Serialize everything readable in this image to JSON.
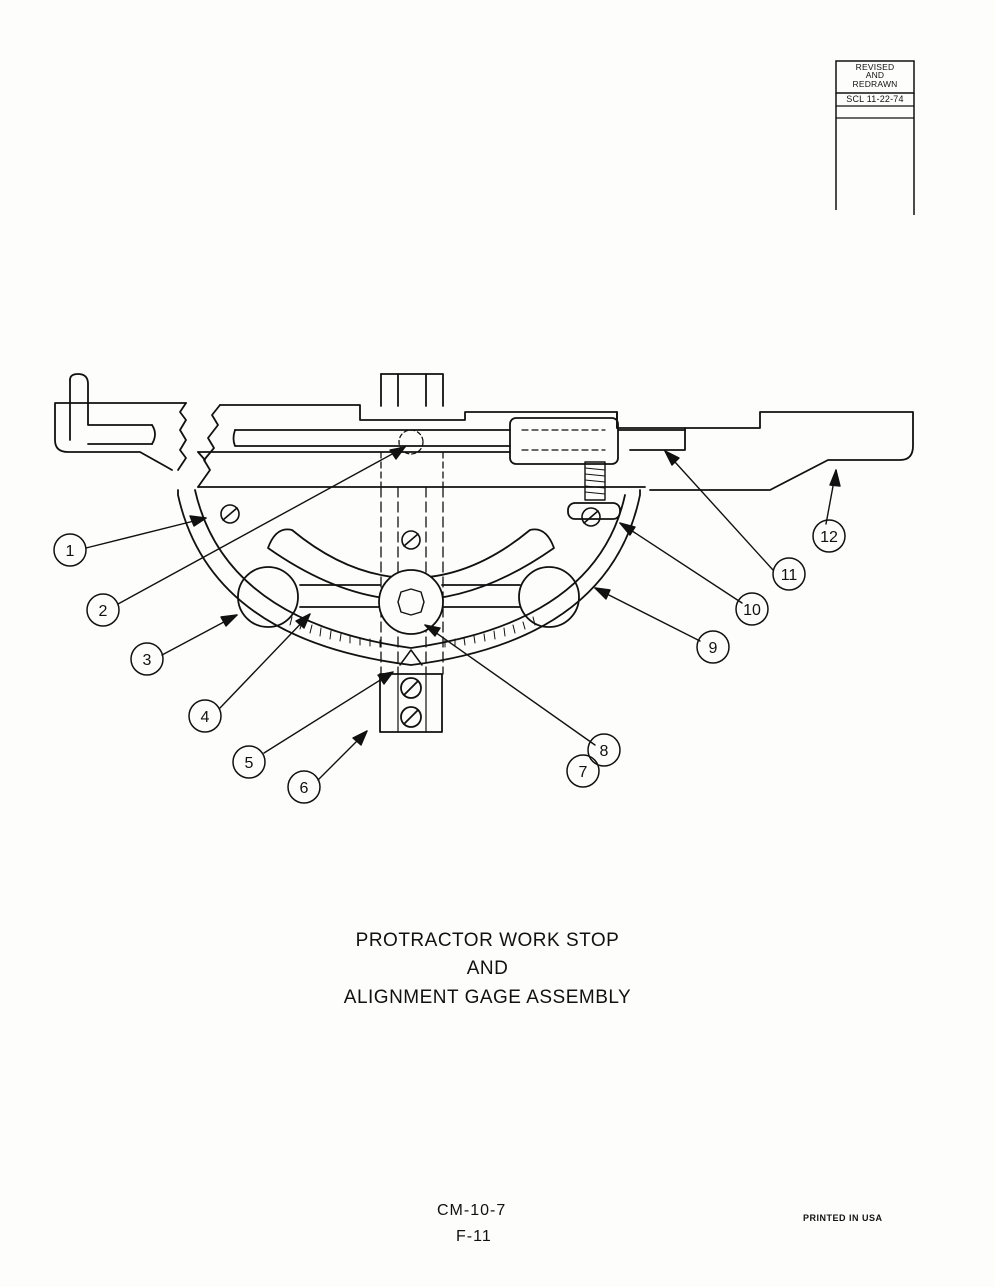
{
  "revision": {
    "line1": "REVISED",
    "line2": "AND",
    "line3": "REDRAWN",
    "line4": "SCL 11-22-74"
  },
  "title": {
    "line1": "PROTRACTOR WORK STOP",
    "line2": "AND",
    "line3": "ALIGNMENT GAGE ASSEMBLY"
  },
  "footer": {
    "doc_number": "CM-10-7",
    "page": "F-11",
    "printed": "PRINTED IN USA"
  },
  "callouts": [
    {
      "id": "callout-1",
      "label": "1"
    },
    {
      "id": "callout-2",
      "label": "2"
    },
    {
      "id": "callout-3",
      "label": "3"
    },
    {
      "id": "callout-4",
      "label": "4"
    },
    {
      "id": "callout-5",
      "label": "5"
    },
    {
      "id": "callout-6",
      "label": "6"
    },
    {
      "id": "callout-7",
      "label": "7"
    },
    {
      "id": "callout-8",
      "label": "8"
    },
    {
      "id": "callout-9",
      "label": "9"
    },
    {
      "id": "callout-10",
      "label": "10"
    },
    {
      "id": "callout-11",
      "label": "11"
    },
    {
      "id": "callout-12",
      "label": "12"
    }
  ],
  "colors": {
    "ink": "#111111",
    "paper": "#fdfdfb"
  }
}
